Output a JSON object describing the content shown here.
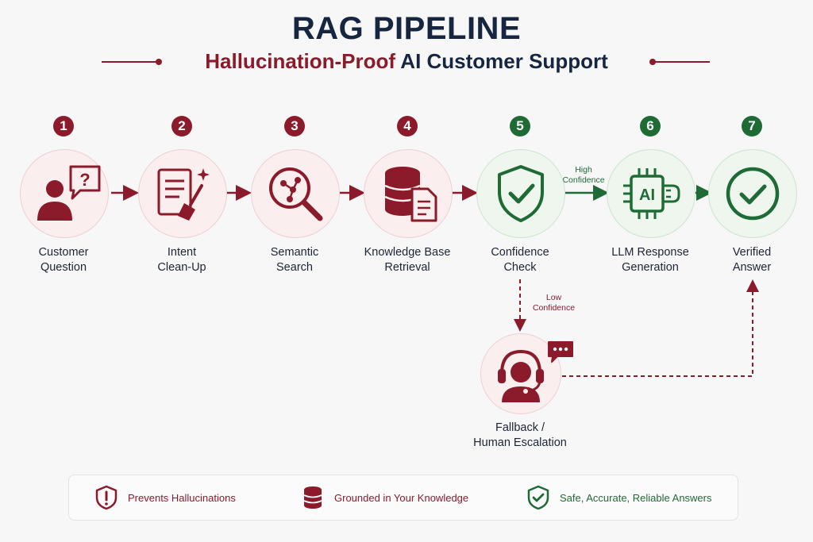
{
  "header": {
    "title": "RAG PIPELINE",
    "subtitle_accent": "Hallucination-Proof",
    "subtitle_rest": " AI Customer Support"
  },
  "steps": [
    {
      "num": "1",
      "line1": "Customer",
      "line2": "Question",
      "icon": "user-question-icon"
    },
    {
      "num": "2",
      "line1": "Intent",
      "line2": "Clean-Up",
      "icon": "document-broom-icon"
    },
    {
      "num": "3",
      "line1": "Semantic",
      "line2": "Search",
      "icon": "magnifier-network-icon"
    },
    {
      "num": "4",
      "line1": "Knowledge Base",
      "line2": "Retrieval",
      "icon": "database-document-icon"
    },
    {
      "num": "5",
      "line1": "Confidence",
      "line2": "Check",
      "icon": "shield-check-icon"
    },
    {
      "num": "6",
      "line1": "LLM Response",
      "line2": "Generation",
      "icon": "ai-chip-icon"
    },
    {
      "num": "7",
      "line1": "Verified",
      "line2": "Answer",
      "icon": "check-circle-icon"
    }
  ],
  "branches": {
    "high_line1": "High",
    "high_line2": "Confidence",
    "low_line1": "Low",
    "low_line2": "Confidence"
  },
  "fallback": {
    "line1": "Fallback /",
    "line2": "Human Escalation",
    "icon": "support-agent-icon",
    "chat_icon": "chat-bubble-icon"
  },
  "features": [
    {
      "label": "Prevents Hallucinations",
      "icon": "shield-alert-icon"
    },
    {
      "label": "Grounded in Your Knowledge",
      "icon": "database-icon"
    },
    {
      "label": "Safe, Accurate, Reliable Answers",
      "icon": "shield-check-icon"
    }
  ],
  "colors": {
    "maroon": "#8b1a2b",
    "green": "#1f6b36",
    "navy": "#172640"
  }
}
